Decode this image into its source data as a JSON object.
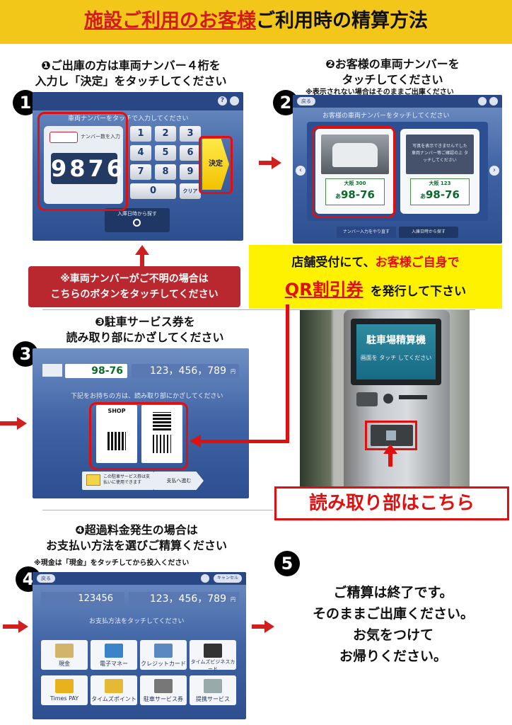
{
  "header": {
    "title_red": "施設ご利用のお客様",
    "title_black": "ご利用時の精算方法"
  },
  "step1": {
    "number": "1",
    "instruction_line1": "❶ご出庫の方は車両ナンバー４桁を",
    "instruction_line2": "入力し「決定」をタッチしてください",
    "screen_hint": "車両ナンバーをタッチで入力してください",
    "entered_number": "9876",
    "entry_label": "ナンバー数を入力",
    "keypad": [
      "1",
      "2",
      "3",
      "4",
      "5",
      "6",
      "7",
      "8",
      "9",
      "0"
    ],
    "clear_key": "クリア",
    "decide_label": "決定",
    "search_button_label": "入庫日時から探す",
    "callout_line1": "※車両ナンバーがご不明の場合は",
    "callout_line2": "こちらのボタンをタッチしてください"
  },
  "step2": {
    "number": "2",
    "instruction_line1": "❷お客様の車両ナンバーを",
    "instruction_line2": "タッチしてください",
    "note": "※表示されない場合はそのままご出庫ください",
    "screen_hint": "お客様の車両ナンバーをタッチしてください",
    "back_label": "戻る",
    "plate1_top": "大阪 300",
    "plate1_num": "98-76",
    "plate1_kana": "あ",
    "plate2_top": "大阪 123",
    "plate2_num": "98-76",
    "plate2_kana": "あ",
    "not_shown_text": "写真を表示できませんでした 車両ナンバー等ご確認の上 タッチしてください",
    "btn_left": "ナンバー入力をやり直す",
    "btn_right": "入庫日時から探す"
  },
  "yellow_notice": {
    "line1_black": "店舗受付にて、",
    "line1_red": "お客様ご自身で",
    "line2_red": "QR割引券",
    "line2_black": "を発行して下さい"
  },
  "step3": {
    "number": "3",
    "instruction_line1": "❸駐車サービス券を",
    "instruction_line2": "読み取り部にかざしてください",
    "plate_num": "98-76",
    "amount": "123，456，789",
    "amount_unit": "円",
    "screen_hint": "下記をお持ちの方は、読み取り部にかざしてください",
    "ticket1_label": "SHOP",
    "pay_button": "支払へ進む",
    "card_hint": "この駐車サービス券は支払いに使用できます"
  },
  "machine": {
    "sign": "駐車場精算機",
    "screen_text": "画面を タッチ してください",
    "reader_label": "読み取り部はこちら"
  },
  "step4": {
    "number": "4",
    "instruction_line1": "❹超過料金発生の場合は",
    "instruction_line2": "お支払い方法を選びご精算ください",
    "note": "※現金は「現金」をタッチしてから投入ください",
    "amount_left": "123456",
    "amount_right": "123，456，789",
    "amount_unit": "円",
    "back_label": "戻る",
    "cancel_label": "キャンセル",
    "screen_hint": "お支払方法をタッチしてください",
    "methods": [
      "現金",
      "電子マネー",
      "クレジットカード",
      "タイムズビジネスカード",
      "Times PAY",
      "タイムズポイント",
      "駐車サービス券",
      "提携サービス"
    ]
  },
  "step5": {
    "number": "5",
    "line1": "ご精算は終了です。",
    "line2": "そのままご出庫ください。",
    "line3": "お気をつけて",
    "line4": "お帰りください。"
  },
  "colors": {
    "banner": "#f3c61a",
    "accent_red": "#d41b1b",
    "screen_blue": "#3f63a4",
    "notice_yellow": "#fff200"
  }
}
